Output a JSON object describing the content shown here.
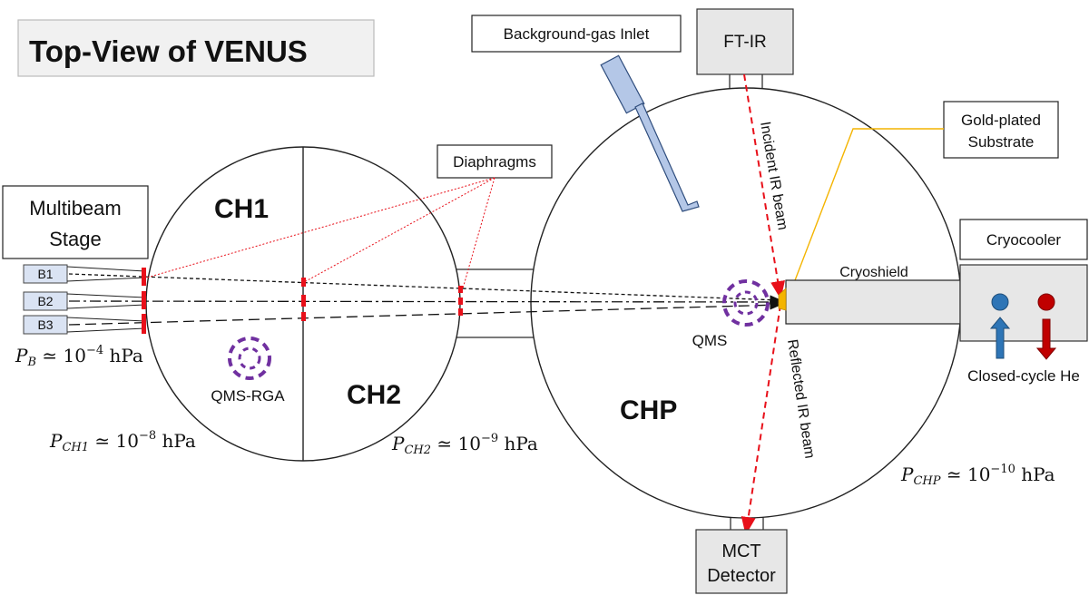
{
  "title": "Top-View of VENUS",
  "chambers": {
    "ch1": "CH1",
    "ch2": "CH2",
    "chp": "CHP"
  },
  "stage": {
    "label_line1": "Multibeam",
    "label_line2": "Stage",
    "beams": [
      "B1",
      "B2",
      "B3"
    ]
  },
  "labels": {
    "diaphragms": "Diaphragms",
    "background_inlet": "Background-gas Inlet",
    "ftir": "FT-IR",
    "gold_line1": "Gold-plated",
    "gold_line2": "Substrate",
    "cryocooler": "Cryocooler",
    "cryoshield": "Cryoshield",
    "qms": "QMS",
    "qms_rga": "QMS-RGA",
    "closed_cycle": "Closed-cycle He",
    "incident": "Incident IR beam",
    "reflected": "Reflected IR beam",
    "mct_line1": "MCT",
    "mct_line2": "Detector"
  },
  "pressures": {
    "pb": {
      "sym": "P",
      "sub": "B",
      "rel": " ≃ 10",
      "exp": "−4",
      "unit": " hPa"
    },
    "pch1": {
      "sym": "P",
      "sub": "CH1",
      "rel": " ≃ 10",
      "exp": "−8",
      "unit": " hPa"
    },
    "pch2": {
      "sym": "P",
      "sub": "CH2",
      "rel": " ≃ 10",
      "exp": "−9",
      "unit": " hPa"
    },
    "pchp": {
      "sym": "P",
      "sub": "CHP",
      "rel": " ≃ 10",
      "exp": "−10",
      "unit": " hPa"
    }
  },
  "colors": {
    "diaphragm_red": "#e8101a",
    "qms_purple": "#7030a0",
    "inlet_blue": "#b4c7e7",
    "arrow_blue": "#2e75b6",
    "arrow_red": "#c00000",
    "gold_line": "#f4b400"
  }
}
